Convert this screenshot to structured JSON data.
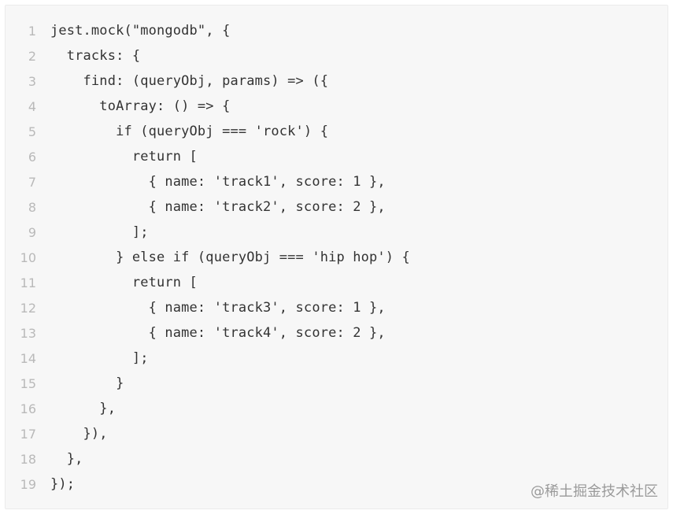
{
  "code_block": {
    "lines": [
      {
        "n": "1",
        "text": "jest.mock(\"mongodb\", {"
      },
      {
        "n": "2",
        "text": "  tracks: {"
      },
      {
        "n": "3",
        "text": "    find: (queryObj, params) => ({"
      },
      {
        "n": "4",
        "text": "      toArray: () => {"
      },
      {
        "n": "5",
        "text": "        if (queryObj === 'rock') {"
      },
      {
        "n": "6",
        "text": "          return ["
      },
      {
        "n": "7",
        "text": "            { name: 'track1', score: 1 },"
      },
      {
        "n": "8",
        "text": "            { name: 'track2', score: 2 },"
      },
      {
        "n": "9",
        "text": "          ];"
      },
      {
        "n": "10",
        "text": "        } else if (queryObj === 'hip hop') {"
      },
      {
        "n": "11",
        "text": "          return ["
      },
      {
        "n": "12",
        "text": "            { name: 'track3', score: 1 },"
      },
      {
        "n": "13",
        "text": "            { name: 'track4', score: 2 },"
      },
      {
        "n": "14",
        "text": "          ];"
      },
      {
        "n": "15",
        "text": "        }"
      },
      {
        "n": "16",
        "text": "      },"
      },
      {
        "n": "17",
        "text": "    }),"
      },
      {
        "n": "18",
        "text": "  },"
      },
      {
        "n": "19",
        "text": "});"
      }
    ]
  },
  "watermark": "@稀土掘金技术社区"
}
